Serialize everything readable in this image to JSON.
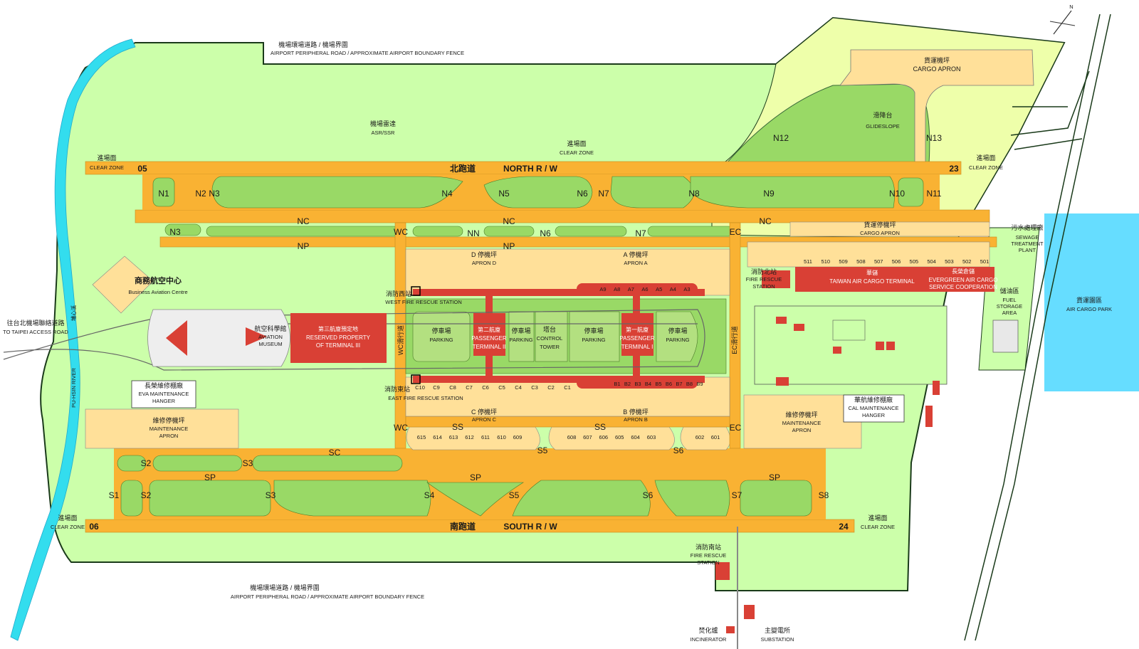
{
  "colors": {
    "airfield": "#ccffaa",
    "grass": "#99d966",
    "pavement": "#f9b233",
    "apron": "#ffe099",
    "building": "#d94035",
    "water": "#33ddee",
    "lightzone": "#eeffaa"
  },
  "compass": {
    "label": "N"
  },
  "boundary": {
    "top_zh": "機場環場道路 / 機場界圍",
    "top_en": "AIRPORT PERIPHERAL ROAD / APPROXIMATE AIRPORT BOUNDARY FENCE",
    "bottom_zh": "機場環場道路 / 機場界圍",
    "bottom_en": "AIRPORT PERIPHERAL ROAD / APPROXIMATE AIRPORT BOUNDARY FENCE"
  },
  "access_road": {
    "zh": "往台北機場聯絡道路",
    "en": "TO TAIPEI ACCESS ROAD"
  },
  "river": {
    "en": "PU-HSIN RIVER",
    "zh": "埔心溪"
  },
  "runways": {
    "north": {
      "zh": "北跑道",
      "en": "NORTH  R / W",
      "end_west": "05",
      "end_east": "23"
    },
    "south": {
      "zh": "南跑道",
      "en": "SOUTH  R / W",
      "end_west": "06",
      "end_east": "24"
    }
  },
  "clear_zone": {
    "zh": "進場面",
    "en": "CLEAR ZONE"
  },
  "taxiway_labels": {
    "north": [
      "N1",
      "N2",
      "N3",
      "N4",
      "N5",
      "N6",
      "N7",
      "N8",
      "N9",
      "N10",
      "N11",
      "N12",
      "N13"
    ],
    "n3b": "N3",
    "nc": "NC",
    "np": "NP",
    "nn": "NN",
    "n6b": "N6",
    "n7b": "N7",
    "south": [
      "S1",
      "S2",
      "S3",
      "S4",
      "S5",
      "S6",
      "S7",
      "S8"
    ],
    "s2b": "S2",
    "s3b": "S3",
    "s5b": "S5",
    "s6b": "S6",
    "sc": "SC",
    "sp": "SP",
    "ss": "SS",
    "wc": "WC",
    "ec": "EC"
  },
  "labels": {
    "asr_zh": "機場雷達",
    "asr_en": "ASR/SSR",
    "glide_zh": "滑降台",
    "glide_en": "GLIDESLOPE",
    "cargo_apron_zh": "貨運機坪",
    "cargo_apron_en": "CARGO APRON",
    "cargo_apron2_zh": "貨運停機坪",
    "cargo_apron2_en": "CARGO APRON",
    "bac_zh": "商務航空中心",
    "bac_en": "Business Aviation Centre",
    "apron_d_zh": "D 停機坪",
    "apron_d_en": "APRON  D",
    "apron_a_zh": "A 停機坪",
    "apron_a_en": "APRON  A",
    "apron_c_zh": "C 停機坪",
    "apron_c_en": "APRON  C",
    "apron_b_zh": "B 停機坪",
    "apron_b_en": "APRON  B",
    "west_fire_zh": "消防西站",
    "west_fire_en": "WEST FIRE RESCUE STATION",
    "east_fire_zh": "消防東站",
    "east_fire_en": "EAST FIRE RESCUE STATION",
    "north_fire_zh": "消防北站",
    "north_fire_en1": "FIRE RESCUE",
    "north_fire_en2": "STATION",
    "south_fire_zh": "消防南站",
    "south_fire_en1": "FIRE RESCUE",
    "south_fire_en2": "STATION",
    "museum_zh": "航空科學館",
    "museum_en1": "AVIATION",
    "museum_en2": "MUSEUM",
    "t3_zh": "第三航廈預定地",
    "t3_en1": "RESERVED PROPERTY",
    "t3_en2": "OF TERMINAL III",
    "park_zh": "停車場",
    "park_en": "PARKING",
    "t2_zh": "第二航廈",
    "t2_en1": "PASSENGER",
    "t2_en2": "TERMINAL II",
    "t1_zh": "第一航廈",
    "t1_en1": "PASSENGER",
    "t1_en2": "TERMINAL I",
    "tower_zh": "塔台",
    "tower_en1": "CONTROL",
    "tower_en2": "TOWER",
    "wc_twy_zh": "WC滑行道",
    "ec_twy_zh": "EC滑行道",
    "eva_zh": "長榮維修棚廠",
    "eva_en1": "EVA MAINTENANCE",
    "eva_en2": "HANGER",
    "mapron_zh": "維修停機坪",
    "mapron_en1": "MAINTENANCE",
    "mapron_en2": "APRON",
    "cal_zh": "華航維修棚廠",
    "cal_en1": "CAL MAINTENANCE",
    "cal_en2": "HANGER",
    "tact_zh": "華儲",
    "tact_en": "TAIWAN AIR CARGO TERMINAL",
    "egac_zh": "長榮倉儲",
    "egac_en1": "EVERGREEN AIR CARGO",
    "egac_en2": "SERVICE COOPERATION",
    "sewage_zh": "污水處理廠",
    "sewage_en1": "SEWAGE",
    "sewage_en2": "TREATMENT",
    "sewage_en3": "PLANT",
    "fuel_zh": "儲油區",
    "fuel_en1": "FUEL",
    "fuel_en2": "STORAGE",
    "fuel_en3": "AREA",
    "acp_zh": "貨運園區",
    "acp_en": "AIR CARGO PARK",
    "inc_zh": "焚化爐",
    "inc_en": "INCINERATOR",
    "sub_zh": "主變電所",
    "sub_en": "SUBSTATION"
  },
  "stands": {
    "ss_west": [
      "615",
      "614",
      "613",
      "612",
      "611",
      "610",
      "609"
    ],
    "ss_mid": [
      "608",
      "607",
      "606",
      "605",
      "604",
      "603"
    ],
    "ss_east": [
      "602",
      "601"
    ],
    "c": [
      "C10",
      "C9",
      "C8",
      "C7",
      "C6",
      "C5",
      "C4",
      "C3",
      "C2",
      "C1"
    ],
    "a": [
      "A9",
      "A8",
      "A7",
      "A6",
      "A5",
      "A4",
      "A3"
    ],
    "b": [
      "B1",
      "B2",
      "B3",
      "B4",
      "B5",
      "B6",
      "B7",
      "B8",
      "B9"
    ],
    "cargo": [
      "511",
      "510",
      "509",
      "508",
      "507",
      "506",
      "505",
      "504",
      "503",
      "502",
      "501"
    ]
  }
}
